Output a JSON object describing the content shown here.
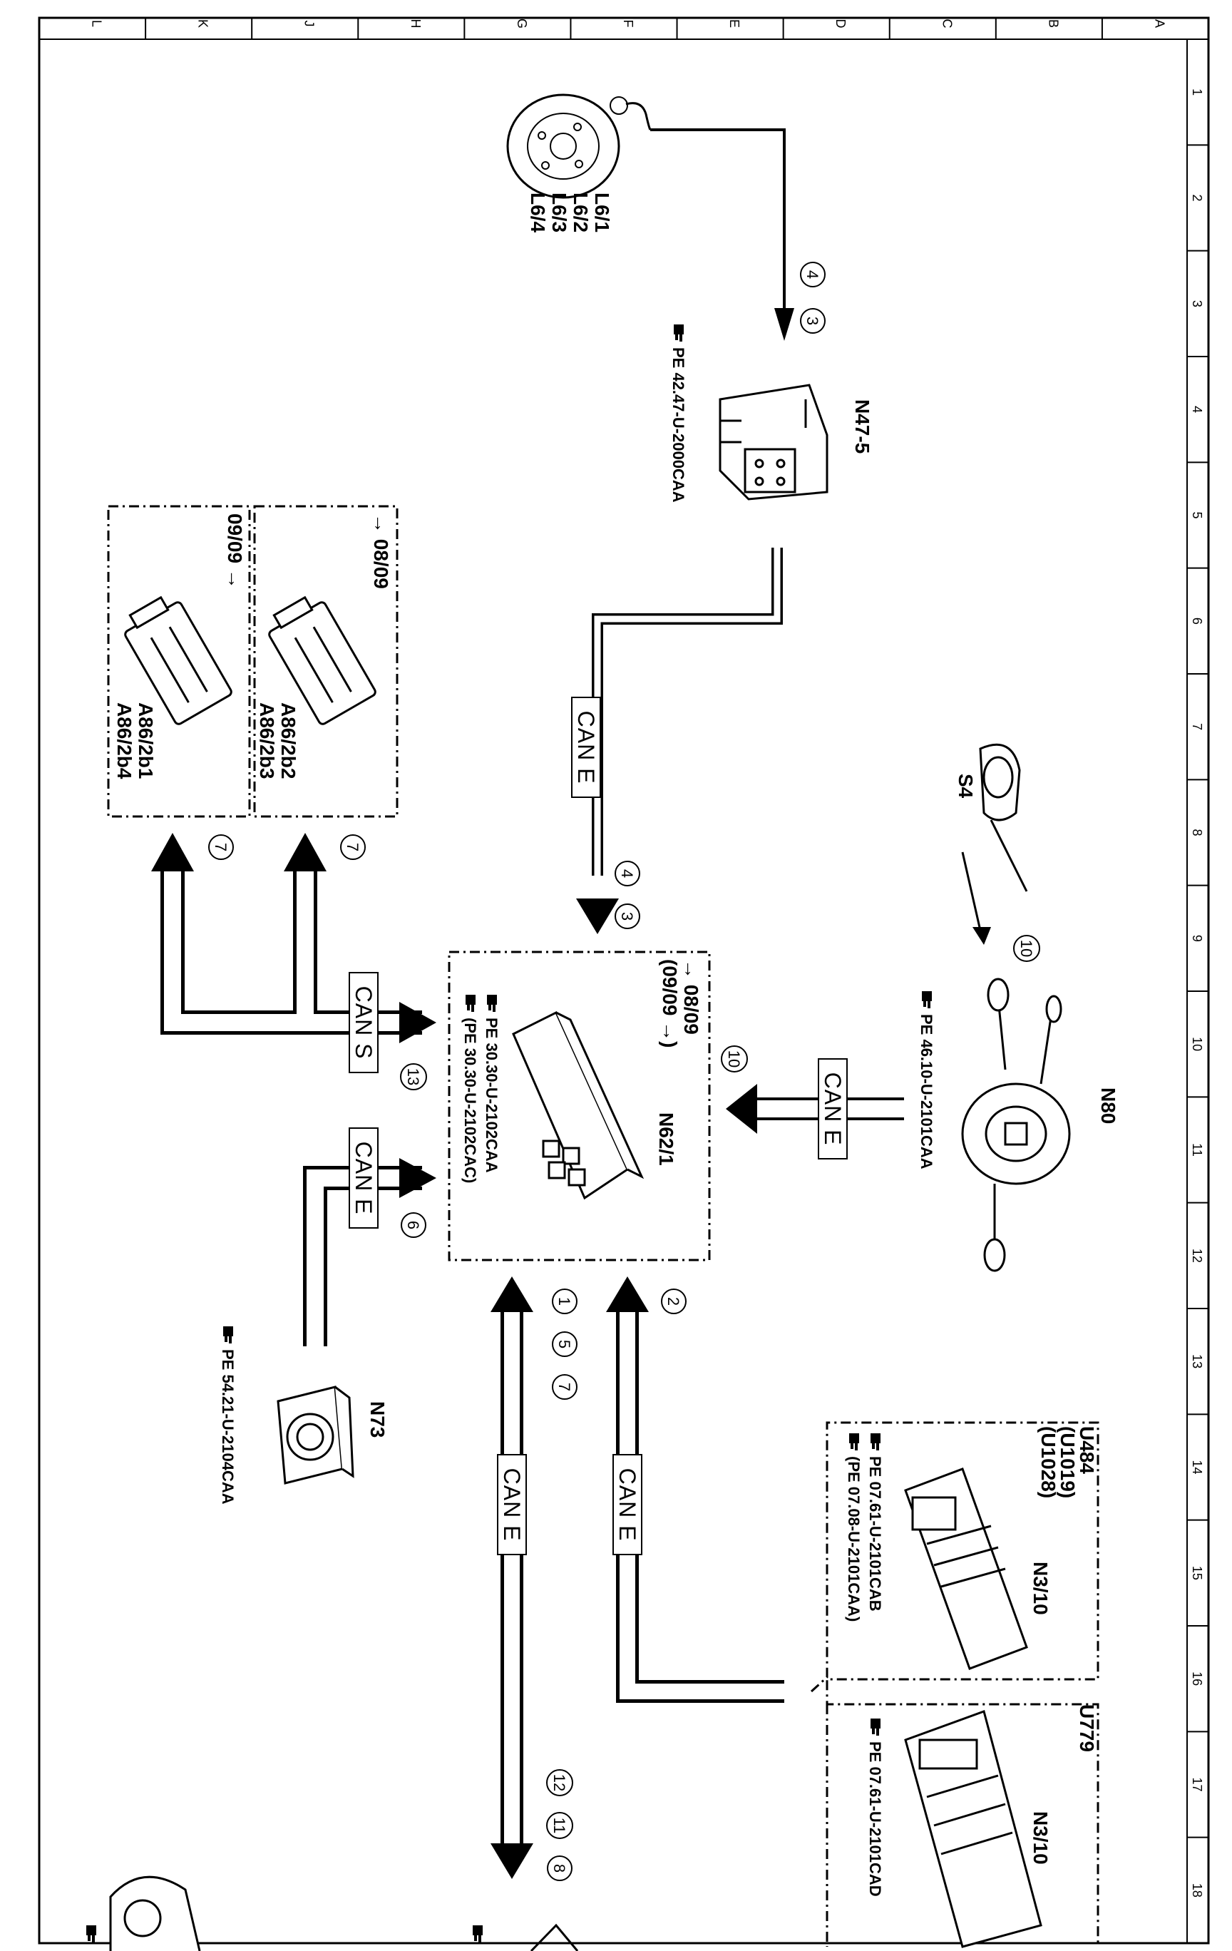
{
  "grid": {
    "columns": [
      "L",
      "K",
      "J",
      "H",
      "G",
      "F",
      "E",
      "D",
      "C",
      "B",
      "A"
    ],
    "rows": [
      "1",
      "2",
      "3",
      "4",
      "5",
      "6",
      "7",
      "8",
      "9",
      "10",
      "11",
      "12",
      "13",
      "14",
      "15",
      "16",
      "17",
      "18"
    ]
  },
  "components": {
    "l6": [
      "L6/1",
      "L6/2",
      "L6/3",
      "L6/4"
    ],
    "n47_5": {
      "name": "N47-5",
      "pe": "PE 42.47-U-2000CAA"
    },
    "a86_top": {
      "names": [
        "A86/2b2",
        "A86/2b3"
      ],
      "date": "→ 08/09"
    },
    "a86_bottom": {
      "names": [
        "A86/2b1",
        "A86/2b4"
      ],
      "date": "09/09 →"
    },
    "s4": {
      "name": "S4"
    },
    "n80": {
      "name": "N80",
      "pe": "PE 46.10-U-2101CAA"
    },
    "n62_1": {
      "name": "N62/1",
      "date1": "→ 08/09",
      "date2": "(09/09 →)",
      "pe1": "PE 30.30-U-2102CAA",
      "pe2": "(PE 30.30-U-2102CAC)"
    },
    "n73": {
      "name": "N73",
      "pe": "PE 54.21-U-2104CAA"
    },
    "n3_10_a": {
      "name": "N3/10",
      "codes": [
        "U484",
        "(U1019)",
        "(U1028)"
      ],
      "pe1": "PE 07.61-U-2101CAB",
      "pe2": "(PE 07.08-U-2101CAA)"
    },
    "n3_10_b": {
      "name": "N3/10",
      "codes": [
        "U779"
      ],
      "pe": "PE 07.61-U-2101CAD"
    }
  },
  "buses": {
    "can_e": "CAN E",
    "can_s": "CAN S"
  },
  "callouts": {
    "c1": "1",
    "c2": "2",
    "c3": "3",
    "c4": "4",
    "c5": "5",
    "c6": "6",
    "c7": "7",
    "c8": "8",
    "c10": "10",
    "c11": "11",
    "c12": "12",
    "c13": "13"
  },
  "colors": {
    "line": "#000000",
    "background": "#ffffff"
  }
}
